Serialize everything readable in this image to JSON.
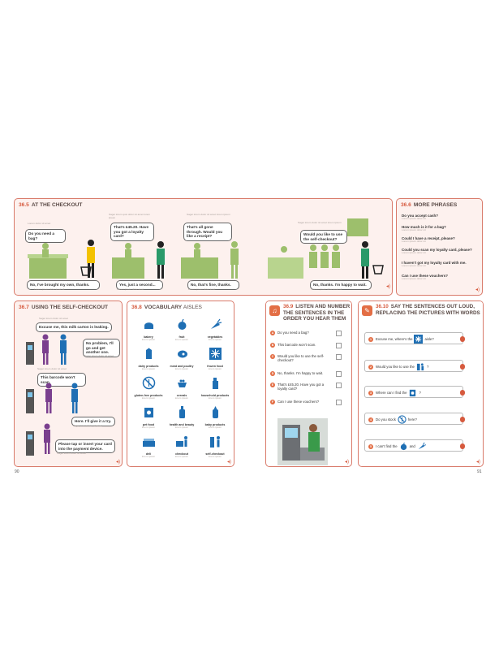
{
  "pages": {
    "left": "90",
    "right": "91"
  },
  "section_36_5": {
    "num": "36.5",
    "title": "AT THE CHECKOUT",
    "hint1": "Lorem dolor sit amet",
    "b1": "Do you need a bag?",
    "hint2": "Sagei lorem quis dolor sit amet lorem ipsum",
    "b2": "That's £45.20. Have you got a loyalty card?",
    "hint3": "Sagei lorem dolor sit amet lorem ipsum",
    "b3": "That's all gone through. Would you like a receipt?",
    "hint4": "Sagei lorem dolor sit amet lorem ipsum",
    "b4": "Would you like to use the self-checkout?",
    "r1": "No, I've brought my own, thanks.",
    "r1s": "Lorem ipsum dolor amet sit",
    "r2": "Yes, just a second...",
    "r2s": "Lorem ipsum dolor amet",
    "r3": "No, that's fine, thanks.",
    "r3s": "Lorem ipsum dolor amet",
    "r4": "No, thanks. I'm happy to wait.",
    "r4s": "Lorem ipsum dolor amet sit"
  },
  "section_36_6": {
    "num": "36.6",
    "title": "MORE PHRASES",
    "items": [
      {
        "text": "Do you accept cash?",
        "sub": "Lorem ipsum dolor sit"
      },
      {
        "text": "How much is it for a bag?",
        "sub": "Lorem ipsum dolor sit"
      },
      {
        "text": "Could I have a receipt, please?",
        "sub": "Lorem ipsum dolor sit"
      },
      {
        "text": "Could you scan my loyalty card, please?",
        "sub": "Lorem ipsum dolor sit"
      },
      {
        "text": "I haven't got my loyalty card with me.",
        "sub": "Lorem ipsum dolor sit"
      },
      {
        "text": "Can I use these vouchers?",
        "sub": "Lorem ipsum dolor sit"
      }
    ]
  },
  "section_36_7": {
    "num": "36.7",
    "title": "USING THE SELF-CHECKOUT",
    "b1": "Excuse me, this milk carton is leaking.",
    "h1": "Sagei lorem dolor sit amet",
    "b2": "No problem, I'll go and get another one.",
    "h2": "Sagei lorem dolor sit amet",
    "b3": "This barcode won't scan.",
    "h3": "Sagei lorem dolor sit amet",
    "b4": "Here. I'll give it a try.",
    "h4": "Sagei lorem dolor sit amet",
    "b5": "Please tap or insert your card into the payment device.",
    "h5": "Sagei lorem dolor sit amet"
  },
  "section_36_8": {
    "num": "36.8",
    "title": "VOCABULARY",
    "subtitle": "AISLES",
    "items": [
      {
        "label": "bakery",
        "sub": "lorem ipsum",
        "icon": "bread-icon"
      },
      {
        "label": "fruit",
        "sub": "lorem ipsum",
        "icon": "apple-icon"
      },
      {
        "label": "vegetables",
        "sub": "lorem ipsum",
        "icon": "carrot-icon"
      },
      {
        "label": "dairy products",
        "sub": "lorem ipsum",
        "icon": "milk-icon"
      },
      {
        "label": "meat and poultry",
        "sub": "lorem ipsum",
        "icon": "meat-icon"
      },
      {
        "label": "frozen food",
        "sub": "lorem ipsum",
        "icon": "snowflake-icon"
      },
      {
        "label": "gluten-free products",
        "sub": "lorem ipsum",
        "icon": "no-wheat-icon"
      },
      {
        "label": "cereals",
        "sub": "lorem ipsum",
        "icon": "cereal-icon"
      },
      {
        "label": "household products",
        "sub": "lorem ipsum",
        "icon": "spray-icon"
      },
      {
        "label": "pet food",
        "sub": "lorem ipsum",
        "icon": "pet-food-icon"
      },
      {
        "label": "health and beauty",
        "sub": "lorem ipsum",
        "icon": "lotion-icon"
      },
      {
        "label": "baby products",
        "sub": "lorem ipsum",
        "icon": "baby-bottle-icon"
      },
      {
        "label": "deli",
        "sub": "lorem ipsum",
        "icon": "deli-icon"
      },
      {
        "label": "checkout",
        "sub": "lorem ipsum",
        "icon": "checkout-icon"
      },
      {
        "label": "self-checkout",
        "sub": "lorem ipsum",
        "icon": "self-checkout-icon"
      }
    ]
  },
  "section_36_9": {
    "num": "36.9",
    "title_l1": "LISTEN AND NUMBER",
    "title_l2": "THE SENTENCES IN THE",
    "title_l3": "ORDER YOU HEAR THEM",
    "items": [
      {
        "letter": "A",
        "text": "Do you need a bag?"
      },
      {
        "letter": "B",
        "text": "This barcode won't scan."
      },
      {
        "letter": "C",
        "text": "Would you like to use the self-checkout?"
      },
      {
        "letter": "D",
        "text": "No, thanks. I'm happy to wait."
      },
      {
        "letter": "E",
        "text": "That's £45.20. Have you got a loyalty card?"
      },
      {
        "letter": "F",
        "text": "Can I use these vouchers?"
      }
    ]
  },
  "section_36_10": {
    "num": "36.10",
    "title_l1": "SAY THE SENTENCES OUT LOUD,",
    "title_l2": "REPLACING THE PICTURES WITH WORDS",
    "items": [
      {
        "letter": "1",
        "pre": "Excuse me, where's the",
        "post": "aisle?",
        "icon": "snowflake-icon"
      },
      {
        "letter": "2",
        "pre": "Would you like to use the",
        "post": "?",
        "icon": "self-checkout-icon"
      },
      {
        "letter": "3",
        "pre": "Where can I find the",
        "post": "?",
        "icon": "pet-food-icon"
      },
      {
        "letter": "4",
        "pre": "Do you stock",
        "post": "here?",
        "icon": "no-wheat-icon"
      },
      {
        "letter": "5",
        "pre": "I can't find the",
        "post": "and",
        "icon": "apple-icon",
        "icon2": "carrot-icon"
      }
    ]
  },
  "colors": {
    "accent": "#d65a3e",
    "green": "#9dbf6c",
    "purple": "#7a3f8e",
    "blue": "#1f6fb4"
  }
}
